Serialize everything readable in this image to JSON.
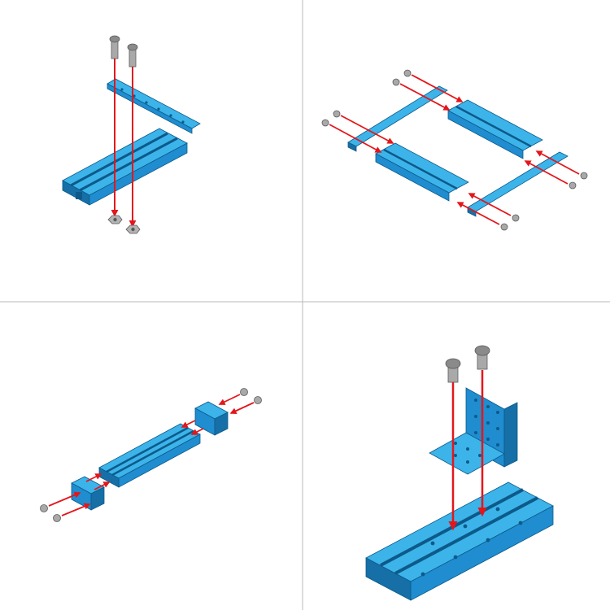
{
  "colors": {
    "background": "#ffffff",
    "divider": "#b8b8b8",
    "beam_top": "#3cb4ea",
    "beam_front": "#1f8dcf",
    "beam_side": "#166fa6",
    "beam_edge": "#0d5a8a",
    "arrow": "#e4161b",
    "screw_light": "#a9a9a9",
    "screw_dark": "#5a5a5a",
    "nut": "#b4b4b4"
  },
  "panels": [
    {
      "id": "panel-1",
      "step": "plate-on-beam-with-nuts"
    },
    {
      "id": "panel-2",
      "step": "rectangular-frame"
    },
    {
      "id": "panel-3",
      "step": "end-blocks-on-beam"
    },
    {
      "id": "panel-4",
      "step": "bracket-on-beam"
    }
  ],
  "icons": [
    "screw-icon",
    "nut-icon",
    "arrow-icon"
  ]
}
